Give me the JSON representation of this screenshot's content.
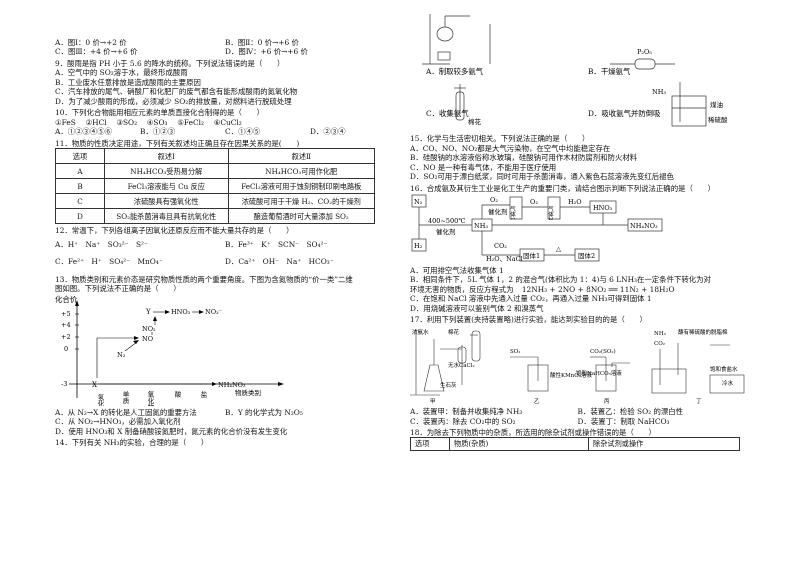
{
  "q8": {
    "A": "A．图Ⅰ：0 价→+2 价",
    "B": "B．图Ⅱ：0 价→+6 价",
    "C": "C．图Ⅲ：+4 价→+6 价",
    "D": "D．图Ⅳ：+6 价→+6 价"
  },
  "q9": {
    "stem": "9．酸雨是指 PH 小于 5.6 的降水的统称。下列说法错误的是（　　）",
    "A": "A．空气中的 SO₂溶于水，最终形成酸雨",
    "B": "B．工业废水任意排放是造成酸雨的主要原因",
    "C": "C．汽车排放的尾气、硝酸厂和化肥厂的废气都含有能形成酸雨的氮氧化物",
    "D": "D．为了减少酸雨的形成，必须减少 SO₂的排放量，对燃料进行脱硫处理"
  },
  "q10": {
    "stem": "10．下列化合物能用相应元素的单质直接化合制得的是（　　）",
    "items": "①FeS　 ②HCl　 ③SO₂　 ④SO₃　 ⑤FeCl₂　 ⑥CuCl₂",
    "A": "A．①②③④⑤⑥",
    "B": "B．①②③",
    "C": "C．①④⑤",
    "D": "D．②③④"
  },
  "q11": {
    "stem": "11．物质的性质决定用途，下列有关叙述均正确且存在因果关系的是(　　)",
    "headers": [
      "选项",
      "叙述Ⅰ",
      "叙述Ⅱ"
    ],
    "rows": [
      [
        "A",
        "NH₄HCO₃受热易分解",
        "NH₄HCO₃可用作化肥"
      ],
      [
        "B",
        "FeCl₃溶液能与 Cu 反应",
        "FeCl₃溶液可用于蚀刻铜制印刷电路板"
      ],
      [
        "C",
        "浓硫酸具有强氧化性",
        "浓硫酸可用于干燥 H₂、CO₂的干燥剂"
      ],
      [
        "D",
        "SO₂能杀菌消毒且具有抗氧化性",
        "酿造葡萄酒时可大量添加 SO₂"
      ]
    ]
  },
  "q12": {
    "stem": "12．常温下，下列各组离子因氧化还原反应而不能大量共存的是（　　）",
    "A": "A．H⁺　Na⁺　SO₃²⁻　S²⁻",
    "B": "B．Fe³⁺　K⁺　SCN⁻　SO₄²⁻",
    "C": "C．Fe²⁺　H⁺　SO₄²⁻　MnO₄⁻",
    "D": "D．Ca²⁺　OH⁻　Na⁺　HCO₃⁻"
  },
  "q13": {
    "stem1": "13．物质类别和元素价态是研究物质性质的两个重要角度。下图为含氮物质的“价一类”二维",
    "stem2": "图如图。下列说法不正确的是（　　）",
    "ylabel": "化合价",
    "xlabel": "物质类别",
    "yticks": [
      "+5",
      "+4",
      "+2",
      "0",
      "-3"
    ],
    "xcats": [
      "氢化物",
      "单质",
      "氧化物",
      "酸",
      "盐"
    ],
    "nodes": {
      "x": "X",
      "n2": "N₂",
      "no": "NO",
      "no2": "NO₂",
      "y": "Y",
      "hno3": "HNO₃",
      "no3": "NO₃⁻",
      "nh4": "NH₄NO₃"
    },
    "A": "A．从 N₂→X 的转化是人工固氮的重要方法",
    "B": "B．Y 的化学式为 N₂O₅",
    "C": "C．从 NO₂→HNO₃，必需加入氧化剂",
    "D1": "D．使用 HNO₃和 X 制备硝酸铵氮肥时，氮元素的化合价没有发生变化"
  },
  "q14": {
    "stem": "14．下列有关 NH₃的实验，合理的是（　　）"
  },
  "q14img": {
    "A": "A．制取较多氨气",
    "B": "B．干燥氨气",
    "C": "C．收集氨气",
    "D": "D．吸收氨气并防倒吸",
    "b_reagent": "P₂O₅",
    "c_label": "棉花",
    "d_gas": "NH₃",
    "d_oil": "煤油",
    "d_acid": "稀硫酸"
  },
  "q15": {
    "stem": "15．化学与生活密切相关。下列说法正确的是（　　）",
    "A": "A．CO、NO、NO₂都是大气污染物，在空气中均能稳定存在",
    "B": "B．硅酸钠的水溶液俗称水玻璃，硅酸钠可用作木材防腐剂和防火材料",
    "C": "C．NO 是一种有毒气体，不能用于医疗使用",
    "D": "D．SO₂可用于漂白纸浆，同时可用于杀菌消毒，通入紫色石蕊溶液先变红后褪色"
  },
  "q16": {
    "stem": "16．合成氨及其衍生工业是化工生产的重要门类，请结合图示判断下列说法正确的是（　　）",
    "diagram": {
      "n2": "N₂",
      "h2": "H₂",
      "cond": "400~500℃",
      "cat": "催化剂",
      "nh3": "NH₃",
      "o2a": "O₂",
      "cat2": "催化剂",
      "g1": "气体1",
      "o2b": "O₂",
      "g2": "气体2",
      "h2o": "H₂O",
      "hno3": "HNO₃",
      "nh4no3": "NH₄NO₃",
      "co2": "CO₂",
      "h2onacl": "H₂O、NaCl",
      "s1": "固体1",
      "heat": "△",
      "s2": "固体2"
    },
    "A": "A．可用排空气法收集气体 1",
    "B1": "B．相同条件下，5L 气体 1，2 的混合气(体积比为 1：4)与 6 LNH₃在一定条件下转化为对",
    "B2": "环境无害的物质，反应方程式为",
    "B2eq": "12NH₃ + 2NO + 8NO₂ ══ 11N₂ + 18H₂O",
    "C": "C．在饱和 NaCl 溶液中先通入过量 CO₂，再通入过量 NH₃可得到固体 1",
    "D": "D．用烧碱溶液可以鉴别气体 2 和溴蒸气"
  },
  "q17": {
    "stem": "17．利用下列装置(夹持装置略)进行实验，能达到实验目的的是（　　）",
    "labels": {
      "jia": "甲",
      "yi": "乙",
      "bing": "丙",
      "ding": "丁",
      "conc": "浓氨水",
      "lime": "生石灰",
      "cacl2": "无水CaCl₂",
      "cotton": "棉花",
      "so2": "SO₂",
      "kmno4": "酸性KMnO₄溶液",
      "co2so2": "CO₂(SO₂)",
      "nahco3": "饱和NaHCO₃溶液",
      "nh3": "NH₃",
      "co2": "CO₂",
      "water": "冷水",
      "salt": "饱和食盐水",
      "dilute": "蘸有稀硫酸的脱脂棉"
    },
    "A": "A．装置甲：制备并收集纯净 NH₃",
    "B": "B．装置乙：检验 SO₂ 的漂白性",
    "C": "C．装置丙：除去 CO₂中的 SO₂",
    "D": "D．装置丁：制取 NaHCO₃"
  },
  "q18": {
    "stem": "18．为除去下列物质中的杂质，所选用的除杂试剂或操作错误的是（　　）",
    "headers": [
      "选项",
      "物质(杂质)",
      "除杂试剂或操作"
    ]
  }
}
